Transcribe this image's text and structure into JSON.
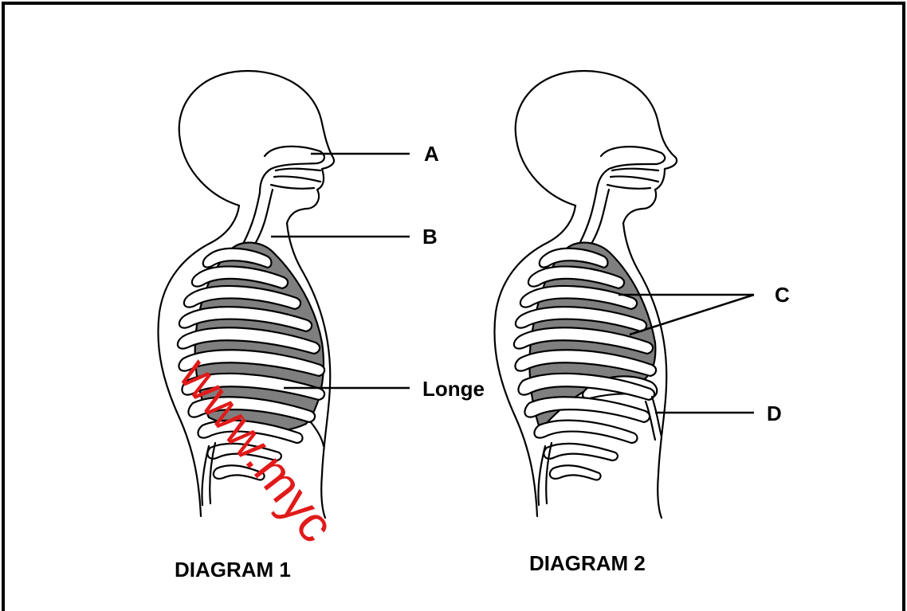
{
  "labels": {
    "a": "A",
    "b": "B",
    "lung": "Longe",
    "c": "C",
    "d": "D"
  },
  "captions": {
    "diagram1": "DIAGRAM 1",
    "diagram2": "DIAGRAM 2"
  },
  "watermark": "www.myc",
  "colors": {
    "lung_fill": "#7f7f7f",
    "outline": "#000000",
    "watermark": "#e11a1a",
    "background": "#ffffff"
  }
}
